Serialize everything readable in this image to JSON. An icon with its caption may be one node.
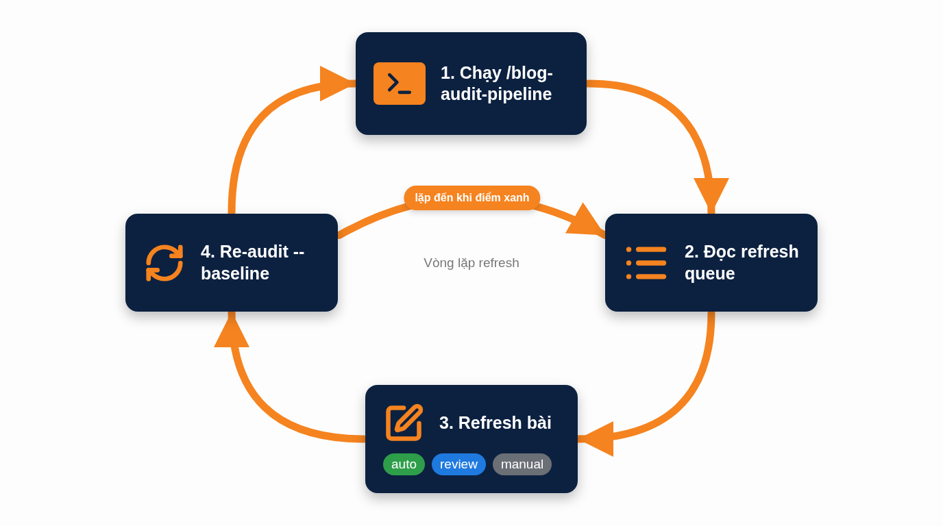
{
  "diagram": {
    "nodes": [
      {
        "text": [
          "1. Chạy /blog-audit-pipeline"
        ]
      },
      {
        "text": [
          "2. Đọc refresh queue"
        ]
      },
      {
        "text": [
          "3. Refresh bài",
          "auto",
          "review",
          "manual"
        ]
      },
      {
        "text": [
          "4. Re-audit --baseline"
        ]
      }
    ],
    "edges": [
      {
        "from": 0,
        "to": 1,
        "arrow": "to"
      },
      {
        "from": 1,
        "to": 2,
        "arrow": "to"
      },
      {
        "from": 2,
        "to": 3,
        "arrow": "to"
      },
      {
        "from": 3,
        "to": 0,
        "arrow": "to"
      },
      {
        "from": 3,
        "to": 1,
        "arrow": "to",
        "label": "lặp đến khi điểm xanh"
      }
    ],
    "labels": [
      "Vòng lặp refresh"
    ]
  }
}
